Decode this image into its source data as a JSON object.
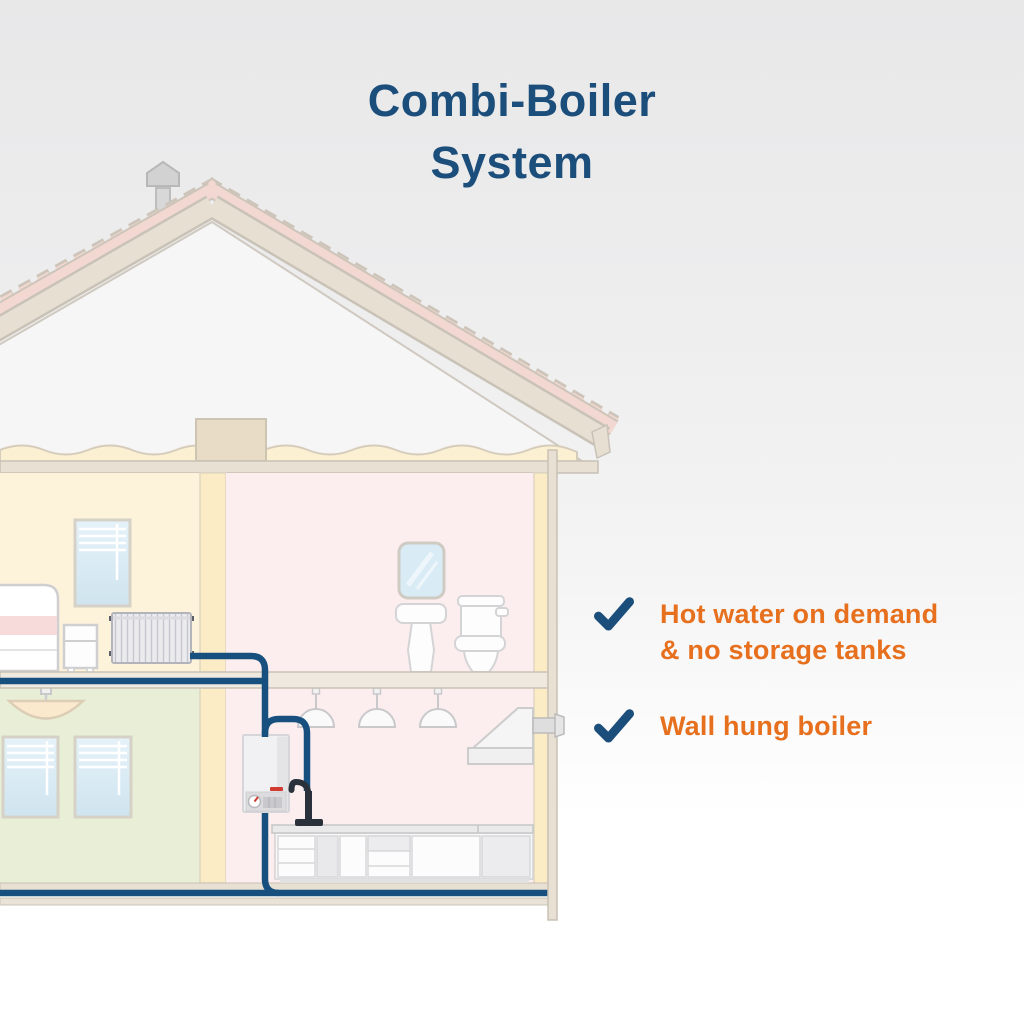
{
  "title": {
    "line1": "Combi-Boiler",
    "line2": "System"
  },
  "features": [
    {
      "icon": "checkmark-icon",
      "lines": [
        "Hot water on demand",
        "& no storage tanks"
      ]
    },
    {
      "icon": "checkmark-icon",
      "lines": [
        "Wall hung boiler"
      ]
    }
  ],
  "colors": {
    "heading_blue": "#1c4e7b",
    "feature_orange": "#e7701e",
    "checkmark_blue": "#1c4e7b",
    "pipe_blue": "#17507f"
  }
}
